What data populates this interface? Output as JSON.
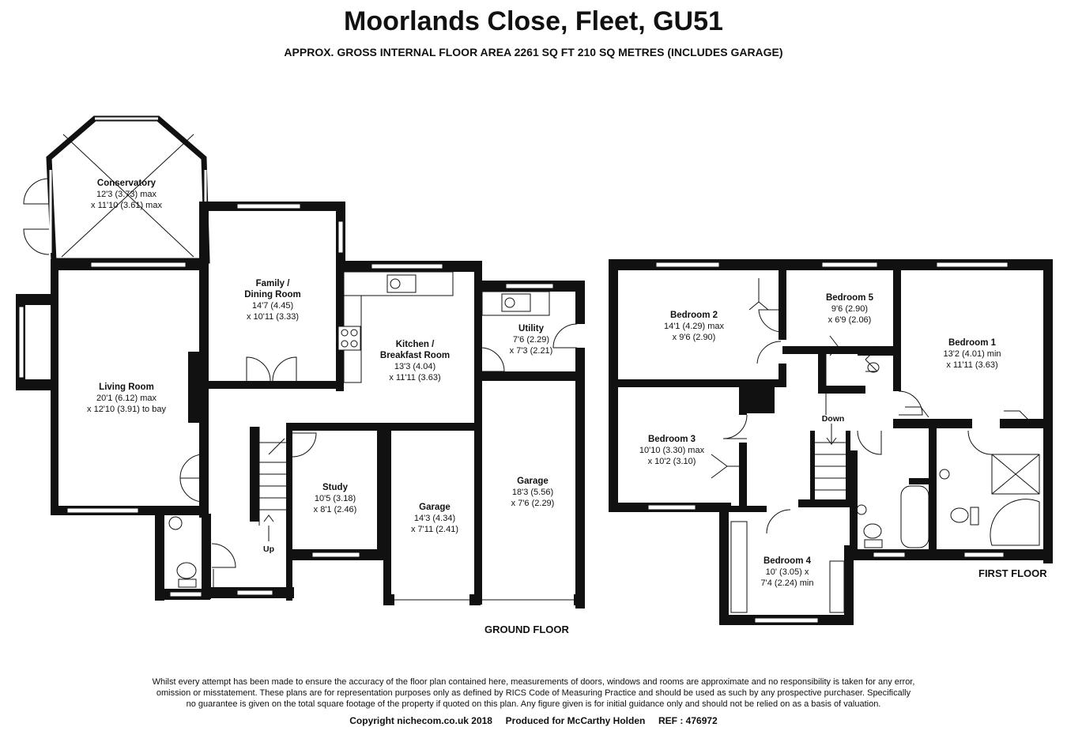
{
  "header": {
    "title": "Moorlands Close, Fleet, GU51",
    "subtitle": "APPROX. GROSS INTERNAL FLOOR AREA 2261 SQ FT 210 SQ METRES (INCLUDES GARAGE)"
  },
  "ground_floor": {
    "label": "GROUND FLOOR",
    "rooms": {
      "conservatory": {
        "name": "Conservatory",
        "dim1": "12'3 (3.73) max",
        "dim2": "x 11'10 (3.61) max"
      },
      "family": {
        "name1": "Family /",
        "name2": "Dining Room",
        "dim1": "14'7 (4.45)",
        "dim2": "x 10'11 (3.33)"
      },
      "kitchen": {
        "name1": "Kitchen /",
        "name2": "Breakfast Room",
        "dim1": "13'3 (4.04)",
        "dim2": "x 11'11 (3.63)"
      },
      "utility": {
        "name": "Utility",
        "dim1": "7'6 (2.29)",
        "dim2": "x 7'3 (2.21)"
      },
      "living": {
        "name": "Living Room",
        "dim1": "20'1 (6.12) max",
        "dim2": "x 12'10 (3.91) to bay"
      },
      "study": {
        "name": "Study",
        "dim1": "10'5 (3.18)",
        "dim2": "x 8'1 (2.46)"
      },
      "garage_left": {
        "name": "Garage",
        "dim1": "14'3 (4.34)",
        "dim2": "x 7'11 (2.41)"
      },
      "garage_right": {
        "name": "Garage",
        "dim1": "18'3 (5.56)",
        "dim2": "x 7'6 (2.29)"
      }
    },
    "stairs_label": "Up"
  },
  "first_floor": {
    "label": "FIRST FLOOR",
    "rooms": {
      "bedroom2": {
        "name": "Bedroom 2",
        "dim1": "14'1 (4.29) max",
        "dim2": "x 9'6 (2.90)"
      },
      "bedroom5": {
        "name": "Bedroom 5",
        "dim1": "9'6 (2.90)",
        "dim2": "x 6'9 (2.06)"
      },
      "bedroom1": {
        "name": "Bedroom 1",
        "dim1": "13'2 (4.01) min",
        "dim2": "x 11'11 (3.63)"
      },
      "bedroom3": {
        "name": "Bedroom 3",
        "dim1": "10'10 (3.30) max",
        "dim2": "x 10'2 (3.10)"
      },
      "bedroom4": {
        "name": "Bedroom 4",
        "dim1": "10' (3.05) x",
        "dim2": "7'4 (2.24) min"
      }
    },
    "stairs_label": "Down"
  },
  "disclaimer": {
    "line1": "Whilst every attempt has been made to ensure the accuracy of the floor plan contained here, measurements of doors, windows and rooms are approximate and no responsibility is taken for any error,",
    "line2": "omission or misstatement. These plans are for representation purposes only as defined by RICS Code of Measuring Practice and should be used as such by any prospective purchaser.  Specifically",
    "line3": "no guarantee is given on the total square footage of the property if quoted on this plan. Any figure given is for initial guidance only and should not be relied on as a basis of valuation."
  },
  "footer": "Copyright nichecom.co.uk 2018     Produced for McCarthy Holden     REF : 476972"
}
